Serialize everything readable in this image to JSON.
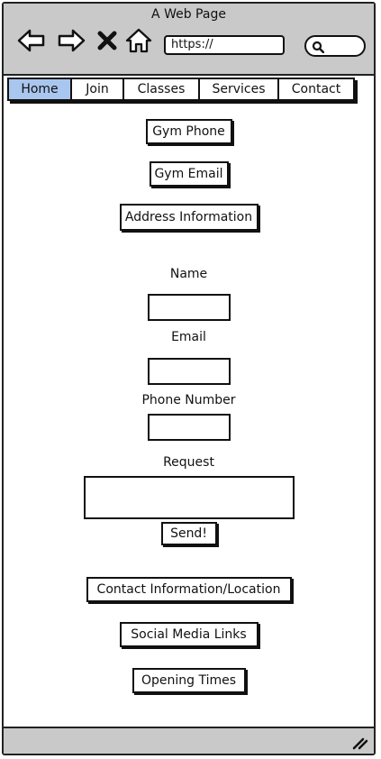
{
  "window": {
    "title": "A Web Page"
  },
  "browser": {
    "url": "https://",
    "icons": [
      "back-arrow-icon",
      "forward-arrow-icon",
      "close-icon",
      "home-icon",
      "search-icon",
      "resize-grip-icon"
    ]
  },
  "nav": {
    "tabs": [
      {
        "label": "Home",
        "active": true
      },
      {
        "label": "Join",
        "active": false
      },
      {
        "label": "Classes",
        "active": false
      },
      {
        "label": "Services",
        "active": false
      },
      {
        "label": "Contact",
        "active": false
      }
    ]
  },
  "info_buttons": {
    "gym_phone": "Gym Phone",
    "gym_email": "Gym Email",
    "address": "Address Information"
  },
  "form": {
    "name_label": "Name",
    "email_label": "Email",
    "phone_label": "Phone Number",
    "request_label": "Request",
    "send_label": "Send!"
  },
  "footer_buttons": {
    "contact_location": "Contact Information/Location",
    "social_media": "Social Media Links",
    "opening_times": "Opening Times"
  },
  "colors": {
    "active_tab": "#a9c6ee",
    "chrome": "#c9c9c9"
  }
}
